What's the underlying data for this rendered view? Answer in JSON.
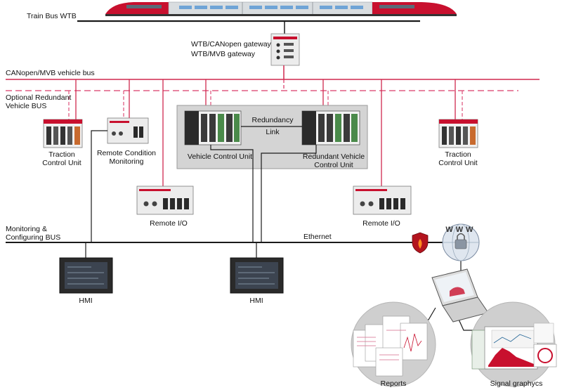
{
  "labels": {
    "train_bus": "Train Bus WTB",
    "gateway_line1": "WTB/CANopen gateway",
    "gateway_line2": "WTB/MVB gateway",
    "vehicle_bus": "CANopen/MVB vehicle bus",
    "redundant_bus_line1": "Optional Redundant",
    "redundant_bus_line2": "Vehicle BUS",
    "traction_left_1": "Traction",
    "traction_left_2": "Control Unit",
    "rcm_1": "Remote Condition",
    "rcm_2": "Monitoring",
    "redundancy_1": "Redundancy",
    "redundancy_2": "Link",
    "vcu": "Vehicle Control Unit",
    "rvcu_1": "Redundant Vehicle",
    "rvcu_2": "Control Unit",
    "traction_right_1": "Traction",
    "traction_right_2": "Control Unit",
    "remote_io_left": "Remote I/O",
    "remote_io_right": "Remote I/O",
    "monitoring_bus_1": "Monitoring &",
    "monitoring_bus_2": "Configuring BUS",
    "ethernet": "Ethernet",
    "www": "WWW",
    "hmi_left": "HMI",
    "hmi_right": "HMI",
    "reports": "Reports",
    "signal": "Signal graphycs"
  },
  "colors": {
    "bus_red": "#d0284e",
    "bus_dashed": "#e05c82",
    "line_black": "#1a1a1a",
    "panel_gray": "#d4d4d4",
    "train_red": "#c8102e",
    "train_silver": "#d9dde0"
  }
}
